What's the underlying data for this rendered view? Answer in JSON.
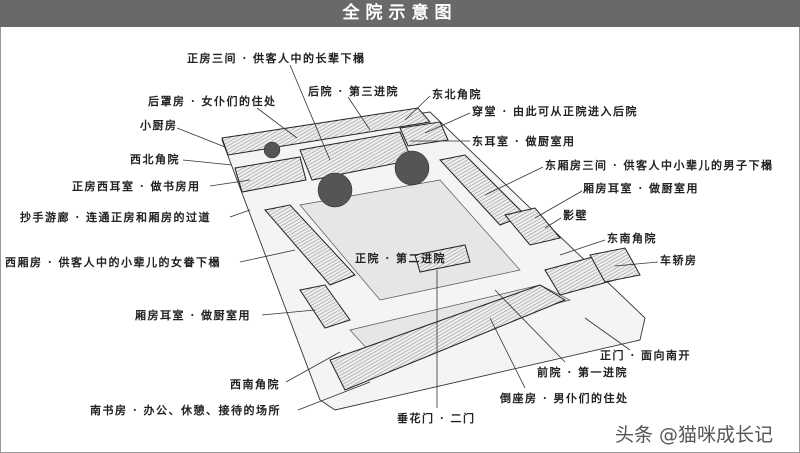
{
  "title": "全院示意图",
  "labels": {
    "zhengfang": "正房三间 · 供客人中的长辈下榻",
    "houyuan": "后院 · 第三进院",
    "houzhaofang": "后罩房 · 女仆们的住处",
    "dongbei": "东北角院",
    "chuantang": "穿堂 · 由此可从正院进入后院",
    "xiaochufang": "小厨房",
    "dongershi": "东耳室 · 做厨室用",
    "xibei": "西北角院",
    "dongxiang": "东厢房三间 · 供客人中小辈儿的男子下榻",
    "xiershi": "正房西耳室 · 做书房用",
    "xiangershi_e": "厢房耳室 · 做厨室用",
    "chaoshou": "抄手游廊 · 连通正房和厢房的过道",
    "yingbi": "影壁",
    "zhengyuan": "正院 · 第二进院",
    "xixiang": "西厢房 · 供客人中的小辈儿的女眷下榻",
    "dongnan": "东南角院",
    "chejiao": "车轿房",
    "xiangershi_w": "厢房耳室 · 做厨室用",
    "xinan": "西南角院",
    "nanshufang": "南书房 · 办公、休憩、接待的场所",
    "zhengmen": "正门 · 面向南开",
    "qianyuan": "前院 · 第一进院",
    "daozuo": "倒座房 · 男仆们的住处",
    "chuihua": "垂花门 · 二门"
  },
  "watermark": "头条 @猫咪成长记"
}
